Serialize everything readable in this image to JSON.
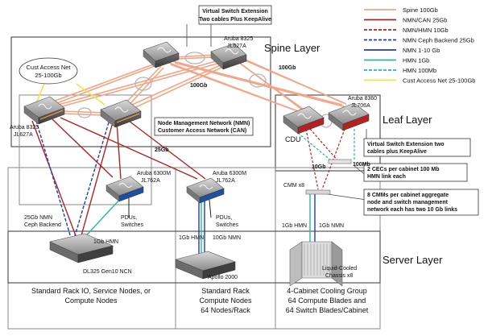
{
  "layers": {
    "spine": "Spine Layer",
    "leaf": "Leaf Layer",
    "server": "Server Layer"
  },
  "legend": [
    {
      "label": "Spine 100Gb",
      "color": "#f4a384",
      "style": "solid"
    },
    {
      "label": "NMN/CAN 25Gb",
      "color": "#b22222",
      "style": "solid"
    },
    {
      "label": "NMN/HMN 10Gb",
      "color": "#b22222",
      "style": "dashed"
    },
    {
      "label": "NMN Ceph Backend 25Gb",
      "color": "#1f3fa6",
      "style": "dashed"
    },
    {
      "label": "NMN 1-10 Gb",
      "color": "#1f3fa6",
      "style": "solid"
    },
    {
      "label": "HMN 1Gb",
      "color": "#2bb5a0",
      "style": "solid"
    },
    {
      "label": "HMN 100Mb",
      "color": "#2bb5a0",
      "style": "dashed"
    },
    {
      "label": "Cust Access Net 25-100Gb",
      "color": "#f2e24a",
      "style": "solid"
    }
  ],
  "callouts": {
    "vsx_spine": [
      "Virtual Switch Extension",
      "Two cables Plus KeepAlive"
    ],
    "nmn_can": [
      "Node Management Network (NMN)",
      "Customer Access Network (CAN)"
    ],
    "vsx_leaf": [
      "Virtual Switch Extension two",
      "cables plus KeepAlive"
    ],
    "cec": [
      "2 CECs per cabinet 100 Mb",
      "HMN link each"
    ],
    "cmm": [
      "8 CMMs per cabinet aggregate",
      "node and switch management",
      "network each has two 10 Gb links"
    ],
    "cust_access": [
      "Cust Access Net",
      "25-100Gb"
    ]
  },
  "devices": {
    "spine1": [
      "Aruba 8325",
      "JL627A"
    ],
    "leaf1": [
      "Aruba 8325",
      "JL627A"
    ],
    "cdu_switch": [
      "Aruba 8360",
      "JL706A"
    ],
    "mgmt1": [
      "Aruba 6300M",
      "JL762A"
    ],
    "mgmt2": [
      "Aruba 6300M",
      "JL762A"
    ],
    "cdu": "CDU",
    "cmm": "CMM x8",
    "ncn": "DL325 Gen10 NCN",
    "apollo": "Apollo 2000",
    "chassis": [
      "Liquid-Cooled",
      "Chassis x8"
    ]
  },
  "link_labels": {
    "spine_100gb_a": "100Gb",
    "spine_100gb_b": "100Gb",
    "gb25": "25Gb",
    "gb10": "10Gb",
    "mb100": "100Mb",
    "nmn_ceph": [
      "25Gb NMN",
      "Ceph Backend"
    ],
    "hmn_1gb": "1Gb HMN",
    "pdus1": [
      "PDUs,",
      "Switches"
    ],
    "pdus2": [
      "PDUs,",
      "Switches"
    ],
    "hmn_1gb_b": "1Gb HMN",
    "nmn_10gb": "10Gb NMN",
    "hmn_1gb_c": "1Gb HMN",
    "nmn_1gb": "1Gb NMN"
  },
  "columns": {
    "col1": [
      "Standard Rack IO, Service Nodes, or",
      "Compute Nodes"
    ],
    "col2": [
      "Standard Rack",
      "Compute Nodes",
      "64 Nodes/Rack"
    ],
    "col3": [
      "4-Cabinet Cooling Group",
      "64 Compute Blades and",
      "64 Switch Blades/Cabinet"
    ]
  }
}
